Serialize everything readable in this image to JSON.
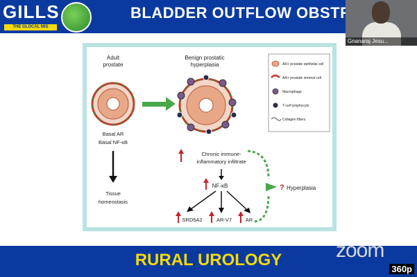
{
  "header": {
    "logo_text": "GILLS",
    "logo_tagline": "THE GLOCAL MIS",
    "slide_title": "BLADDER OUTFLOW OBSTRUCT"
  },
  "video": {
    "participant_name": "Gnanaraj Jesu..."
  },
  "slide": {
    "adult_title": [
      "Adult",
      "prostate"
    ],
    "bph_title": [
      "Benign prostatic",
      "hyperplasia"
    ],
    "legend": [
      "AR+ prostate epithelial cell",
      "AR+ prostate stromal cell",
      "Macrophage",
      "T-cell lymphocyte",
      "Collagen fibers"
    ],
    "basal_lines": [
      "Basal AR",
      "Basal NF-κB"
    ],
    "tissue_lines": [
      "Tissue",
      "homeostasis"
    ],
    "chronic_lines": [
      "Chronic immune-",
      "inflammatory infiltrate"
    ],
    "nfkb": "NF-κB",
    "targets": [
      "SRD5A2",
      "AR-V7",
      "AR"
    ],
    "question": "?",
    "hyperplasia": "Hyperplasia"
  },
  "footer": {
    "banner": "RURAL UROLOGY",
    "zoom_logo": "zoom",
    "quality": "360p"
  },
  "colors": {
    "header_blue": "#0a3aa0",
    "accent_yellow": "#f5d90a",
    "slide_border": "#b9e3e3",
    "arrow_red": "#c0262c",
    "arrow_green": "#4aa84a"
  }
}
